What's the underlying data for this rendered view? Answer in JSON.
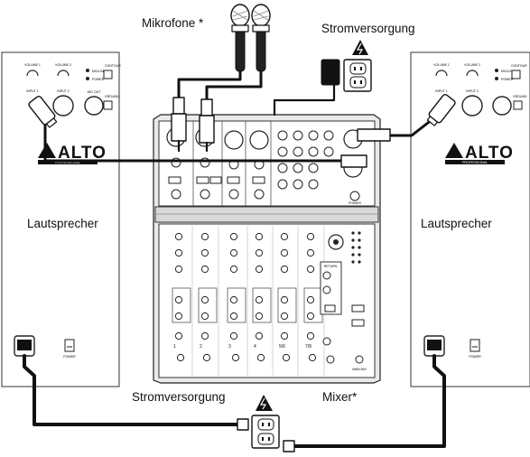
{
  "labels": {
    "microphones": "Mikrofone *",
    "power_top": "Stromversorgung",
    "speaker_left": "Lautsprecher",
    "speaker_right": "Lautsprecher",
    "power_bottom": "Stromversorgung",
    "mixer": "Mixer*"
  },
  "speaker_panel": {
    "brand": "ALTO",
    "brand_sub": "PROFESSIONAL",
    "volume1": "VOLUME 1",
    "volume2": "VOLUME 2",
    "input1": "INPUT 1",
    "input2": "INPUT 2",
    "mic_line": "MIC/LINE",
    "contour": "CONTOUR",
    "power_led": "POWER",
    "ground": "GROUND",
    "power_switch": "POWER"
  },
  "mixer_panel": {
    "channels": [
      "1",
      "2",
      "3",
      "4",
      "5/6",
      "7/8"
    ],
    "phones": "PHONES",
    "main_mix": "MAIN MIX",
    "returns": "RETURN"
  },
  "colors": {
    "cable": "#111111",
    "panel_stroke": "#333333",
    "panel_fill": "#ffffff",
    "mixer_fill": "#f4f4f4",
    "warning": "#111111"
  }
}
